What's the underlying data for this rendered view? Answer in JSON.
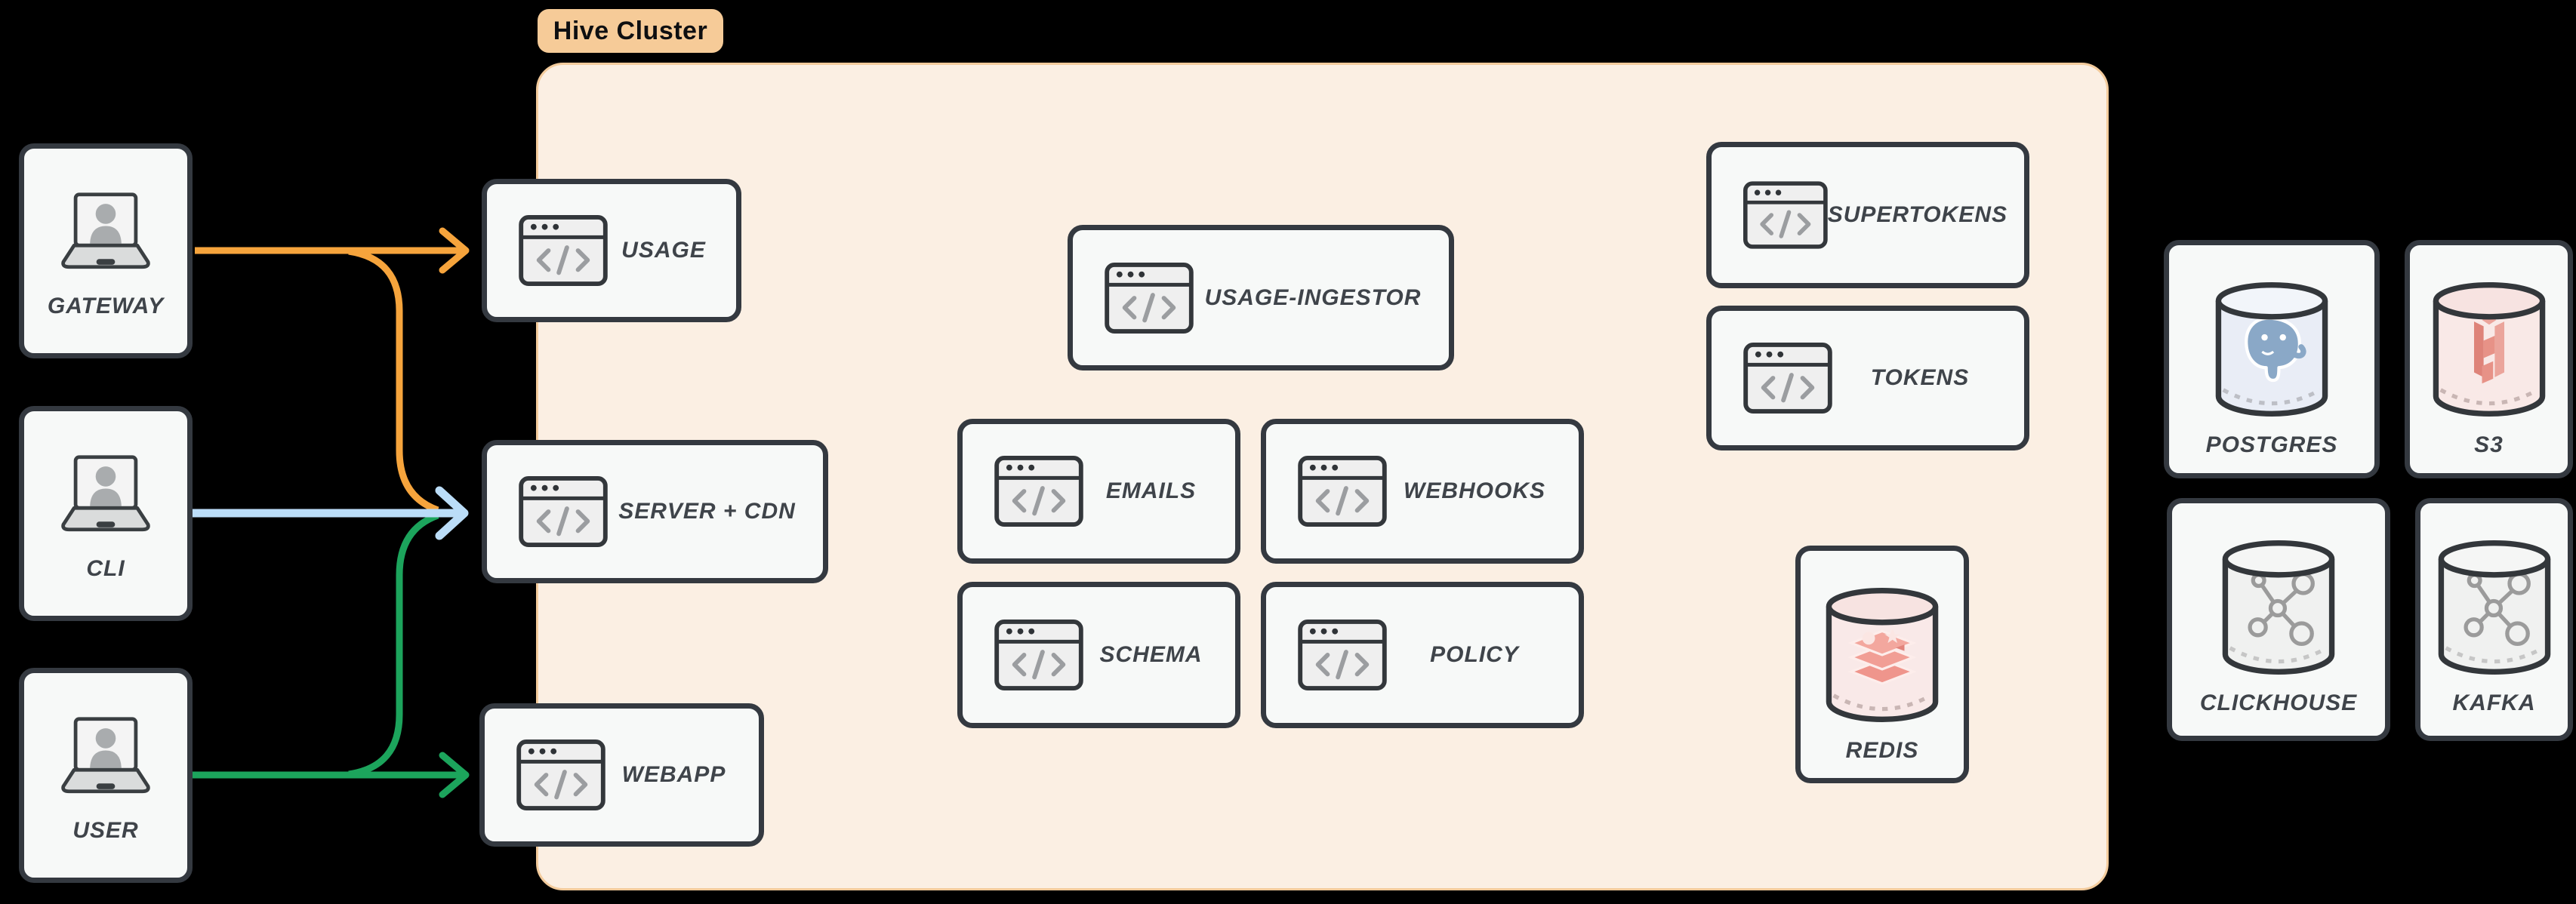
{
  "diagram": {
    "cluster_label": "Hive Cluster",
    "actors": [
      {
        "id": "gateway",
        "label": "GATEWAY"
      },
      {
        "id": "cli",
        "label": "CLI"
      },
      {
        "id": "user",
        "label": "USER"
      }
    ],
    "services": [
      {
        "id": "usage",
        "label": "USAGE"
      },
      {
        "id": "server-cdn",
        "label": "SERVER + CDN"
      },
      {
        "id": "webapp",
        "label": "WEBAPP"
      },
      {
        "id": "usage-ingestor",
        "label": "USAGE-INGESTOR"
      },
      {
        "id": "emails",
        "label": "EMAILS"
      },
      {
        "id": "webhooks",
        "label": "WEBHOOKS"
      },
      {
        "id": "schema",
        "label": "SCHEMA"
      },
      {
        "id": "policy",
        "label": "POLICY"
      },
      {
        "id": "supertokens",
        "label": "SUPERTOKENS"
      },
      {
        "id": "tokens",
        "label": "TOKENS"
      }
    ],
    "datastores_inside_cluster": [
      {
        "id": "redis",
        "label": "REDIS"
      }
    ],
    "datastores_outside_cluster": [
      {
        "id": "postgres",
        "label": "POSTGRES"
      },
      {
        "id": "s3",
        "label": "S3"
      },
      {
        "id": "clickhouse",
        "label": "CLICKHOUSE"
      },
      {
        "id": "kafka",
        "label": "KAFKA"
      }
    ],
    "connections": [
      {
        "from": "GATEWAY",
        "to": "USAGE",
        "color": "#F6A43C"
      },
      {
        "from": "GATEWAY",
        "to": "SERVER + CDN",
        "color": "#F6A43C"
      },
      {
        "from": "CLI",
        "to": "SERVER + CDN",
        "color": "#BBDDF8"
      },
      {
        "from": "USER",
        "to": "SERVER + CDN",
        "color": "#1CA45C"
      },
      {
        "from": "USER",
        "to": "WEBAPP",
        "color": "#1CA45C"
      }
    ],
    "colors": {
      "background": "#000000",
      "cluster_fill": "#FBEFE3",
      "cluster_border": "#F3CB9C",
      "cluster_label_fill": "#F6CB98",
      "node_fill": "#F7F9F8",
      "node_border": "#343940",
      "label_text": "#3F444A",
      "arrow_orange": "#F6A43C",
      "arrow_blue": "#BBDDF8",
      "arrow_green": "#1CA45C"
    }
  }
}
